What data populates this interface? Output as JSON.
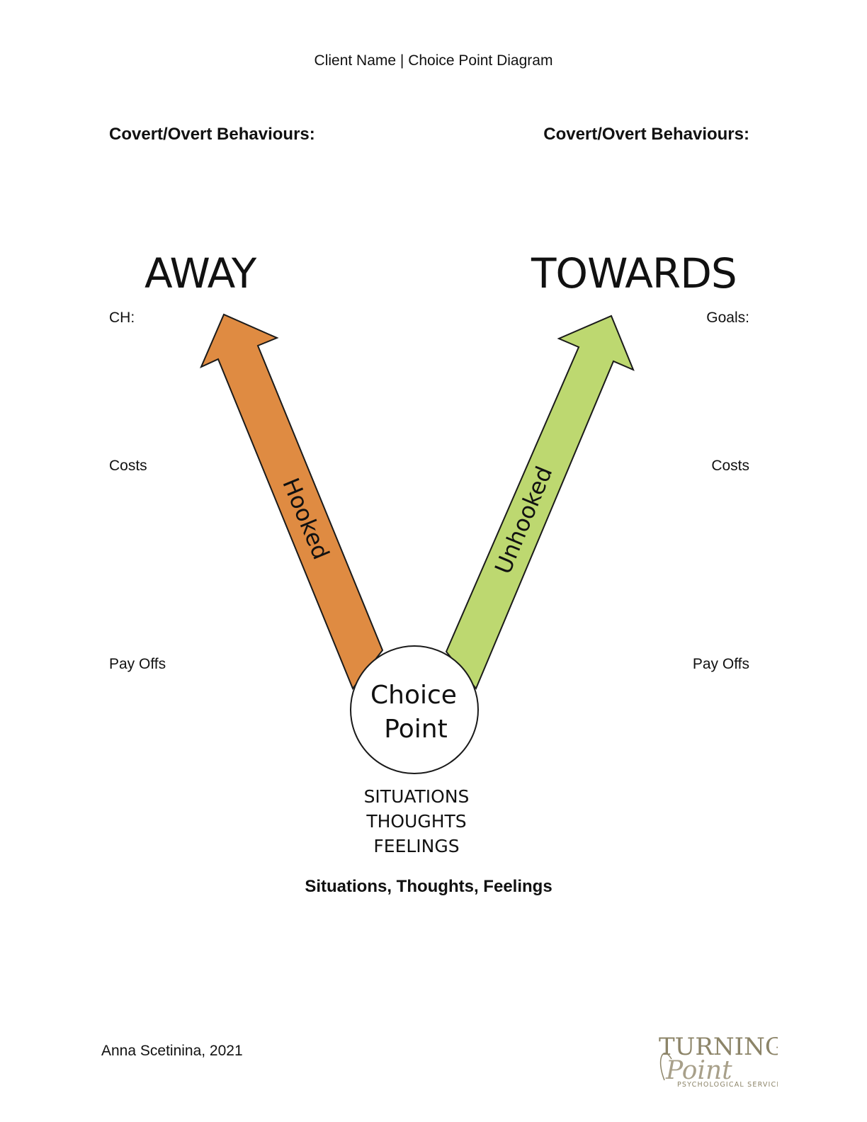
{
  "header": {
    "title": "Client Name | Choice Point Diagram"
  },
  "left": {
    "section_heading": "Covert/Overt Behaviours:",
    "direction": "AWAY",
    "arrow_label": "Hooked",
    "labels": {
      "top": "CH:",
      "middle": "Costs",
      "bottom": "Pay Offs"
    },
    "arrow_color": "#df8b42"
  },
  "right": {
    "section_heading": "Covert/Overt Behaviours:",
    "direction": "TOWARDS",
    "arrow_label": "Unhooked",
    "labels": {
      "top": "Goals:",
      "middle": "Costs",
      "bottom": "Pay Offs"
    },
    "arrow_color": "#bdd870"
  },
  "center": {
    "circle_line1": "Choice",
    "circle_line2": "Point",
    "stack": [
      "SITUATIONS",
      "THOUGHTS",
      "FEELINGS"
    ],
    "summary": "Situations, Thoughts, Feelings"
  },
  "footer": {
    "author": "Anna Scetinina, 2021",
    "logo": {
      "line1": "TURNING",
      "line2": "Point",
      "line3": "PSYCHOLOGICAL SERVICES"
    }
  }
}
